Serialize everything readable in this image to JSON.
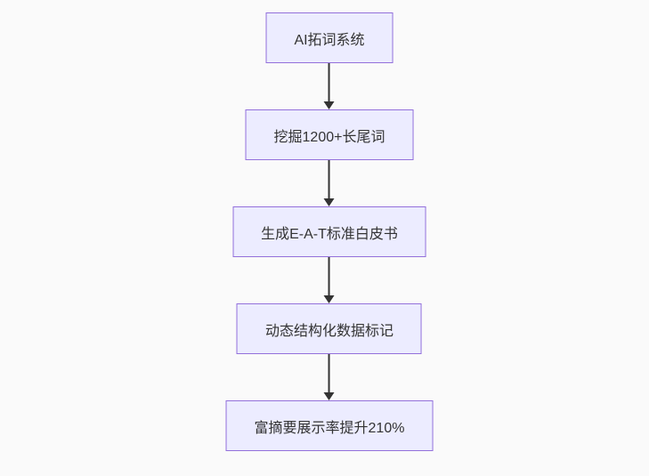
{
  "diagram": {
    "type": "flowchart-top-down",
    "nodes": [
      {
        "id": "n1",
        "label": "AI拓词系统"
      },
      {
        "id": "n2",
        "label": "挖掘1200+长尾词"
      },
      {
        "id": "n3",
        "label": "生成E-A-T标准白皮书"
      },
      {
        "id": "n4",
        "label": "动态结构化数据标记"
      },
      {
        "id": "n5",
        "label": "富摘要展示率提升210%"
      }
    ],
    "edges": [
      {
        "from": "n1",
        "to": "n2"
      },
      {
        "from": "n2",
        "to": "n3"
      },
      {
        "from": "n3",
        "to": "n4"
      },
      {
        "from": "n4",
        "to": "n5"
      }
    ],
    "colors": {
      "background": "#fafafa",
      "node_fill": "#ECECFF",
      "node_border": "#9370DB",
      "node_text": "#333333",
      "arrow": "#333333"
    }
  }
}
